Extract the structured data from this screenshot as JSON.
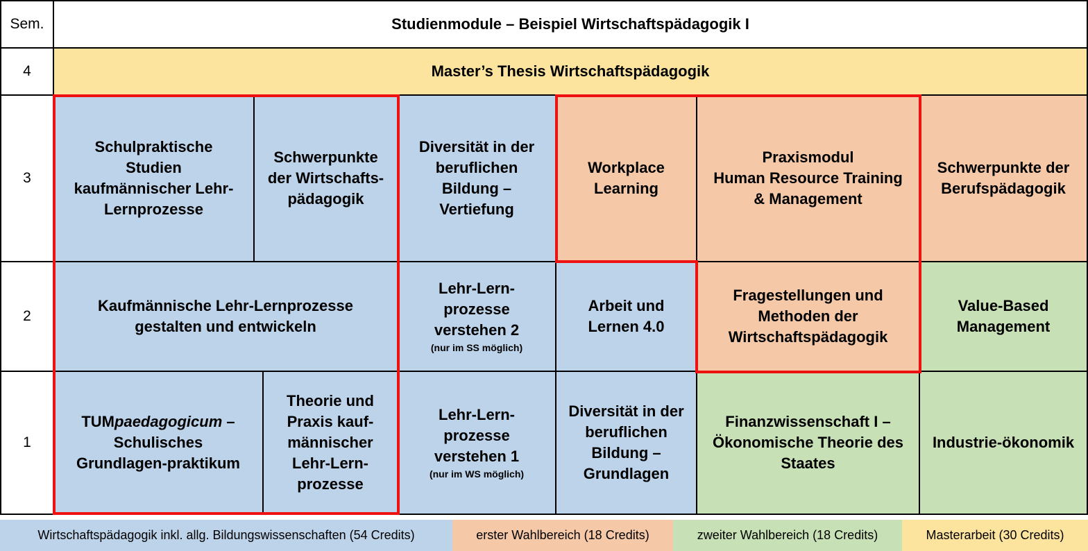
{
  "header": {
    "sem_label": "Sem.",
    "title": "Studienmodule – Beispiel Wirtschaftspädagogik I"
  },
  "semesters": [
    "4",
    "3",
    "2",
    "1"
  ],
  "modules": {
    "sem4": {
      "thesis": "Master’s Thesis Wirtschaftspädagogik"
    },
    "sem3": {
      "schulpraktische": [
        "Schulpraktische",
        "Studien",
        "kaufmännischer Lehr-",
        "Lernprozesse"
      ],
      "schwerpunkte_wp": [
        "Schwerpunkte",
        "der Wirtschafts-",
        "pädagogik"
      ],
      "diversitaet_vertiefung": [
        "Diversität in der",
        "beruflichen",
        "Bildung –",
        "Vertiefung"
      ],
      "workplace": [
        "Workplace",
        "Learning"
      ],
      "praxismodul": [
        "Praxismodul",
        "Human Resource Training",
        "& Management"
      ],
      "schwerpunkte_bp": [
        "Schwerpunkte der",
        "Berufspädagogik"
      ]
    },
    "sem2": {
      "kaufm_gestalten": [
        "Kaufmännische Lehr-Lernprozesse",
        "gestalten und entwickeln"
      ],
      "lehr_lern_2": [
        "Lehr-Lern-",
        "prozesse",
        "verstehen 2"
      ],
      "lehr_lern_2_note": "(nur im SS möglich)",
      "arbeit_lernen": [
        "Arbeit und",
        "Lernen 4.0"
      ],
      "fragestellungen": [
        "Fragestellungen und",
        "Methoden der",
        "Wirtschaftspädagogik"
      ],
      "value_based": [
        "Value-Based",
        "Management"
      ]
    },
    "sem1": {
      "tum_prefix": "TUM",
      "tum_italic": "paedagogicum",
      "tum_suffix": " –",
      "tum_rest": [
        "Schulisches",
        "Grundlagen-praktikum"
      ],
      "theorie_praxis": [
        "Theorie und",
        "Praxis kauf-",
        "männischer",
        "Lehr-Lern-",
        "prozesse"
      ],
      "lehr_lern_1": [
        "Lehr-Lern-",
        "prozesse",
        "verstehen 1"
      ],
      "lehr_lern_1_note": "(nur im WS möglich)",
      "diversitaet_grundlagen": [
        "Diversität in der",
        "beruflichen",
        "Bildung –",
        "Grundlagen"
      ],
      "finanzwissenschaft": [
        "Finanzwissenschaft I –",
        "Ökonomische Theorie des",
        "Staates"
      ],
      "industrie": [
        "Industrie-ökonomik"
      ]
    }
  },
  "legend": [
    {
      "label": "Wirtschaftspädagogik inkl. allg. Bildungswissenschaften (54 Credits)",
      "color": "#bdd3ea"
    },
    {
      "label": "erster Wahlbereich (18 Credits)",
      "color": "#f5c8a8"
    },
    {
      "label": "zweiter Wahlbereich (18 Credits)",
      "color": "#c7e0b5"
    },
    {
      "label": "Masterarbeit (30 Credits)",
      "color": "#fde49e"
    }
  ],
  "colors": {
    "blue": "#bdd3ea",
    "orange": "#f5c8a8",
    "green": "#c7e0b5",
    "yellow": "#fde49e",
    "highlight_border": "#ee1111"
  }
}
